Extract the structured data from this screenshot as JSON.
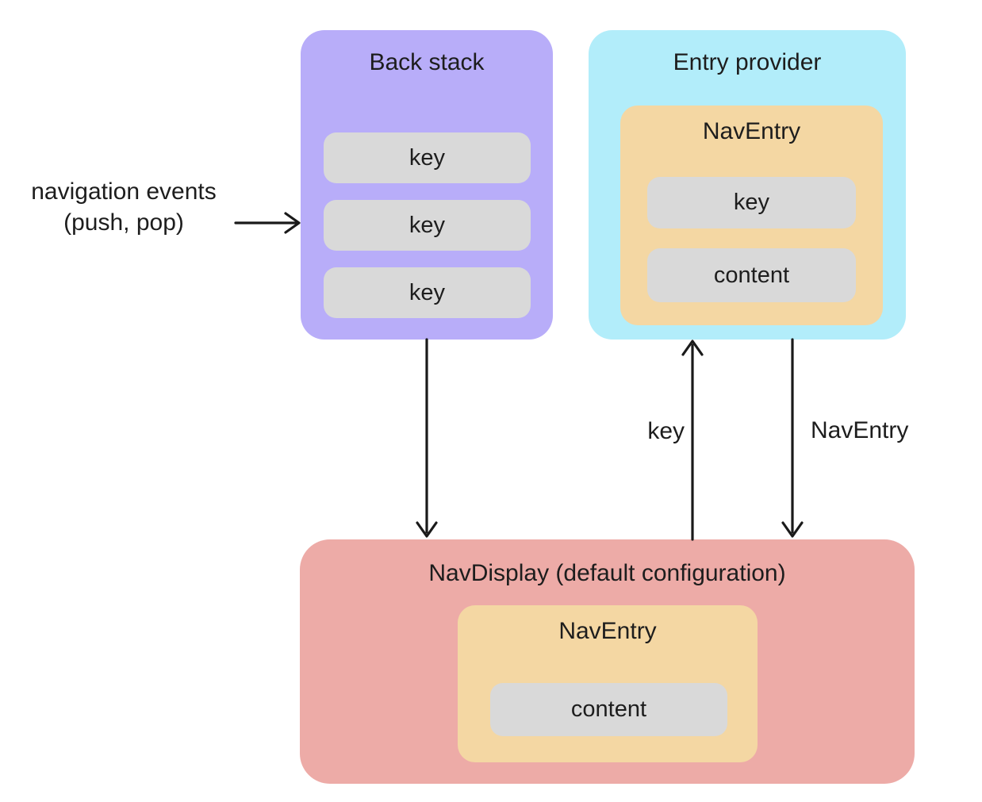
{
  "diagram": {
    "annotation": {
      "line1": "navigation events",
      "line2": "(push, pop)"
    },
    "back_stack": {
      "title": "Back stack",
      "items": [
        "key",
        "key",
        "key"
      ]
    },
    "entry_provider": {
      "title": "Entry provider",
      "nav_entry": {
        "title": "NavEntry",
        "fields": [
          "key",
          "content"
        ]
      }
    },
    "nav_display": {
      "title": "NavDisplay (default configuration)",
      "nav_entry": {
        "title": "NavEntry",
        "fields": [
          "content"
        ]
      }
    },
    "arrow_labels": {
      "key_up": "key",
      "nav_entry_down": "NavEntry"
    },
    "colors": {
      "purple": "#b8adf9",
      "cyan": "#b2edfa",
      "orange": "#f4d7a3",
      "pink": "#edaba7",
      "gray": "#d9d9d9",
      "arrow": "#1a1a1a"
    }
  }
}
